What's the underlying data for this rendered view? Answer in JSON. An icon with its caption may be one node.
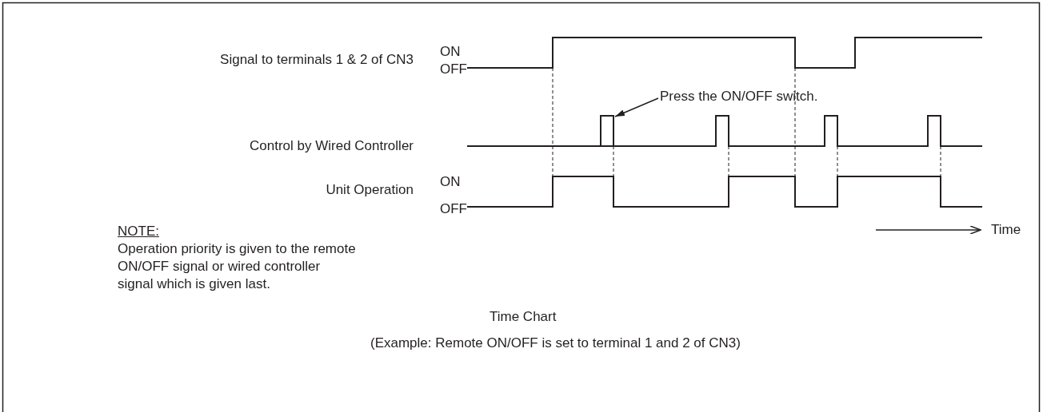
{
  "diagram": {
    "title": "Time Chart",
    "caption": "(Example: Remote ON/OFF is set to terminal 1 and 2 of CN3)",
    "nodes": [
      {
        "text": [
          "Press the ON/OFF switch."
        ]
      },
      {
        "text": [],
        "shape": "bar"
      }
    ],
    "edges": [
      {
        "from": 0,
        "to": 1,
        "arrow": "to"
      }
    ],
    "labels": [
      "Signal to terminals 1 & 2 of CN3",
      "ON",
      "OFF",
      "Control by Wired Controller",
      "Unit Operation",
      "ON",
      "OFF",
      "NOTE:",
      "Operation priority is given to the remote ON/OFF signal or wired controller signal which is given last.",
      "Time"
    ]
  }
}
